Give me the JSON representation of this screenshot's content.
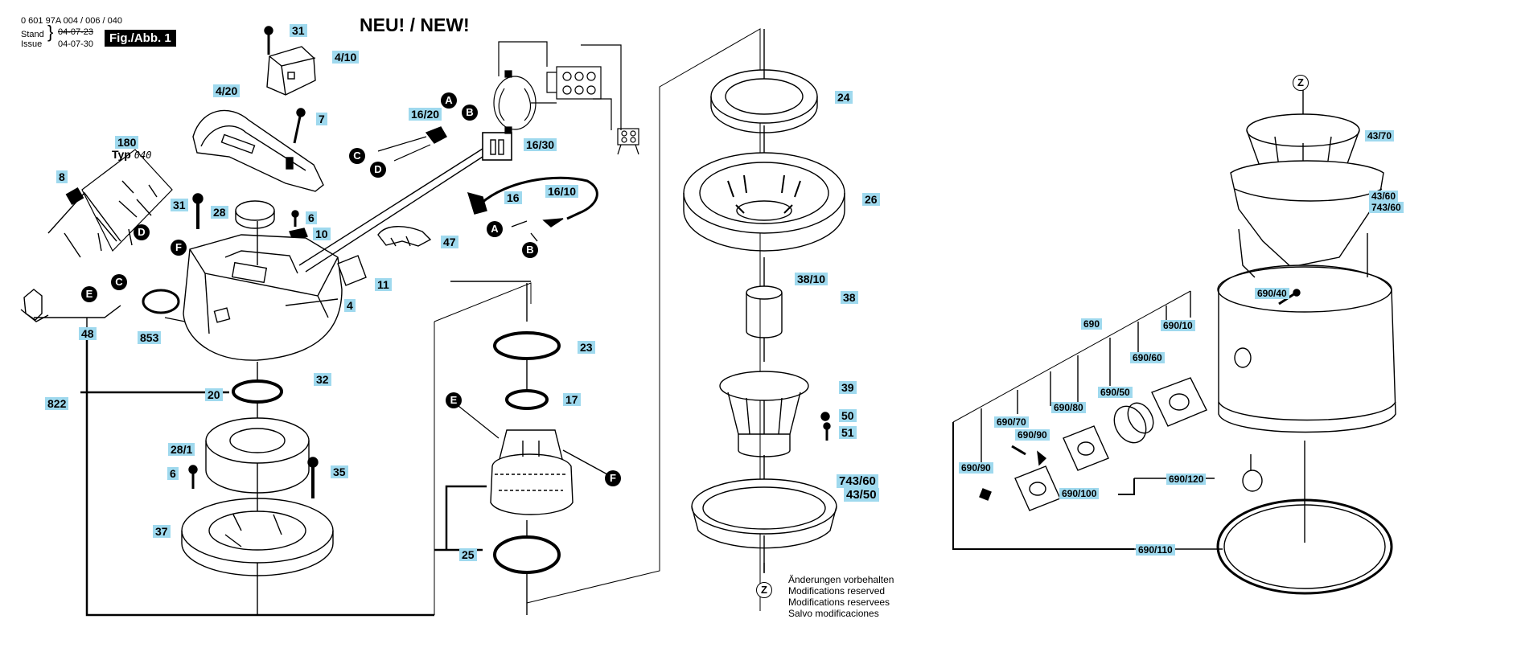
{
  "header": {
    "doc_number": "0 601 97A 004 / 006 / 040",
    "stand_label": "Stand",
    "stand_date": "04-07-23",
    "issue_label": "Issue",
    "issue_date": "04-07-30",
    "figure": "Fig./Abb. 1",
    "title": "NEU! / NEW!",
    "type_label": "Typ",
    "type_value": "040"
  },
  "parts": [
    "31",
    "4/10",
    "4/20",
    "7",
    "180",
    "16/20",
    "16/30",
    "8",
    "16",
    "16/10",
    "31",
    "28",
    "6",
    "10",
    "47",
    "11",
    "4",
    "48",
    "853",
    "32",
    "822",
    "20",
    "28/1",
    "6",
    "35",
    "37",
    "25",
    "23",
    "17",
    "24",
    "26",
    "38/10",
    "38",
    "39",
    "50",
    "51",
    "743/60",
    "43/50",
    "43/70",
    "43/60",
    "743/60",
    "690/40",
    "690",
    "690/10",
    "690/60",
    "690/50",
    "690/80",
    "690/70",
    "690/90",
    "690/90",
    "690/100",
    "690/120",
    "690/110"
  ],
  "connectors": [
    "A",
    "B",
    "C",
    "D",
    "D",
    "E",
    "C",
    "F",
    "A",
    "B",
    "E",
    "F"
  ],
  "detail_marker": "Z",
  "notes": [
    "Änderungen vorbehalten",
    "Modifications reserved",
    "Modifications reservees",
    "Salvo modificaciones"
  ],
  "colors": {
    "label_highlight": "#9fd9ee",
    "line": "#000000",
    "background": "#ffffff"
  }
}
